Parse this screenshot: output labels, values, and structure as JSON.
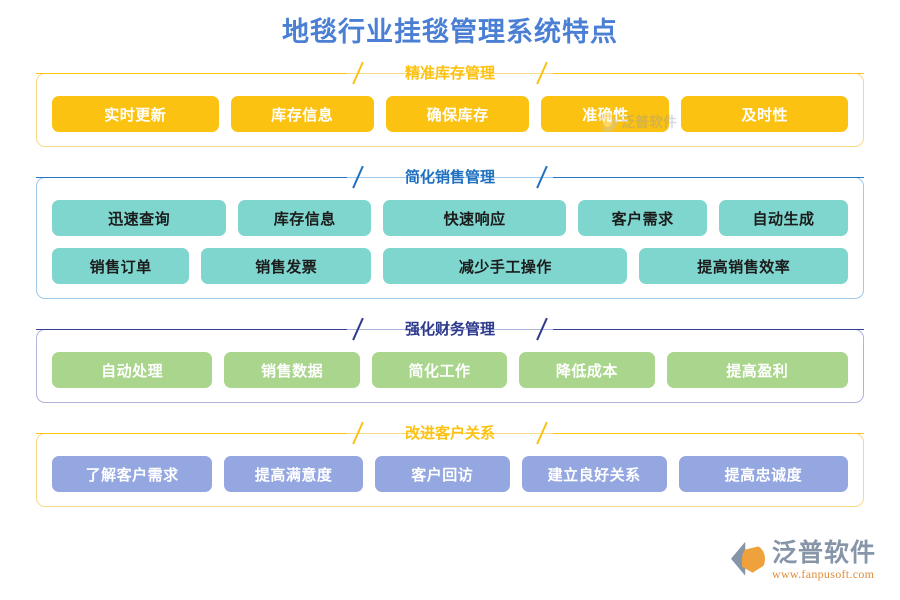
{
  "page": {
    "title": "地毯行业挂毯管理系统特点",
    "title_color": "#4a7fd4",
    "background": "#ffffff"
  },
  "watermark": {
    "text": "泛普软件",
    "icon": "fanpu-logo-icon"
  },
  "brand": {
    "name": "泛普软件",
    "url": "www.fanpusoft.com",
    "icon": "fanpu-logo-icon",
    "name_color": "#8795a8",
    "url_color": "#e08c3a"
  },
  "sections": [
    {
      "id": "accurate-inventory-management",
      "title": "精准库存管理",
      "title_color": "#fcc211",
      "border_color": "#f8d98a",
      "pill_color": "#fcc211",
      "pill_text_color": "#ffffff",
      "rows": [
        [
          {
            "label": "实时更新",
            "flex": 1.3
          },
          {
            "label": "库存信息",
            "flex": 1.12
          },
          {
            "label": "确保库存",
            "flex": 1.12
          },
          {
            "label": "准确性",
            "flex": 1.0
          },
          {
            "label": "及时性",
            "flex": 1.3
          }
        ]
      ]
    },
    {
      "id": "simplified-sales-management",
      "title": "简化销售管理",
      "title_color": "#1f70bf",
      "border_color": "#9ec9ea",
      "pill_color": "#7fd6cf",
      "pill_text_color": "#1b1b1b",
      "rows": [
        [
          {
            "label": "迅速查询",
            "flex": 1.38
          },
          {
            "label": "库存信息",
            "flex": 1.05
          },
          {
            "label": "快速响应",
            "flex": 1.45
          },
          {
            "label": "客户需求",
            "flex": 1.02
          },
          {
            "label": "自动生成",
            "flex": 1.02
          }
        ],
        [
          {
            "label": "销售订单",
            "flex": 1.0
          },
          {
            "label": "销售发票",
            "flex": 1.24
          },
          {
            "label": "减少手工操作",
            "flex": 1.78
          },
          {
            "label": "提高销售效率",
            "flex": 1.52
          }
        ]
      ]
    },
    {
      "id": "strengthened-financial-management",
      "title": "强化财务管理",
      "title_color": "#2d3a8c",
      "border_color": "#b0b4dd",
      "pill_color": "#a9d68c",
      "pill_text_color": "#ffffff",
      "rows": [
        [
          {
            "label": "自动处理",
            "flex": 1.22
          },
          {
            "label": "销售数据",
            "flex": 1.03
          },
          {
            "label": "简化工作",
            "flex": 1.03
          },
          {
            "label": "降低成本",
            "flex": 1.03
          },
          {
            "label": "提高盈利",
            "flex": 1.38
          }
        ]
      ]
    },
    {
      "id": "improved-customer-relations",
      "title": "改进客户关系",
      "title_color": "#fcc211",
      "border_color": "#f8d98a",
      "pill_color": "#94a7e0",
      "pill_text_color": "#ffffff",
      "rows": [
        [
          {
            "label": "了解客户需求",
            "flex": 1.25
          },
          {
            "label": "提高满意度",
            "flex": 1.08
          },
          {
            "label": "客户回访",
            "flex": 1.05
          },
          {
            "label": "建立良好关系",
            "flex": 1.13
          },
          {
            "label": "提高忠诚度",
            "flex": 1.32
          }
        ]
      ]
    }
  ]
}
